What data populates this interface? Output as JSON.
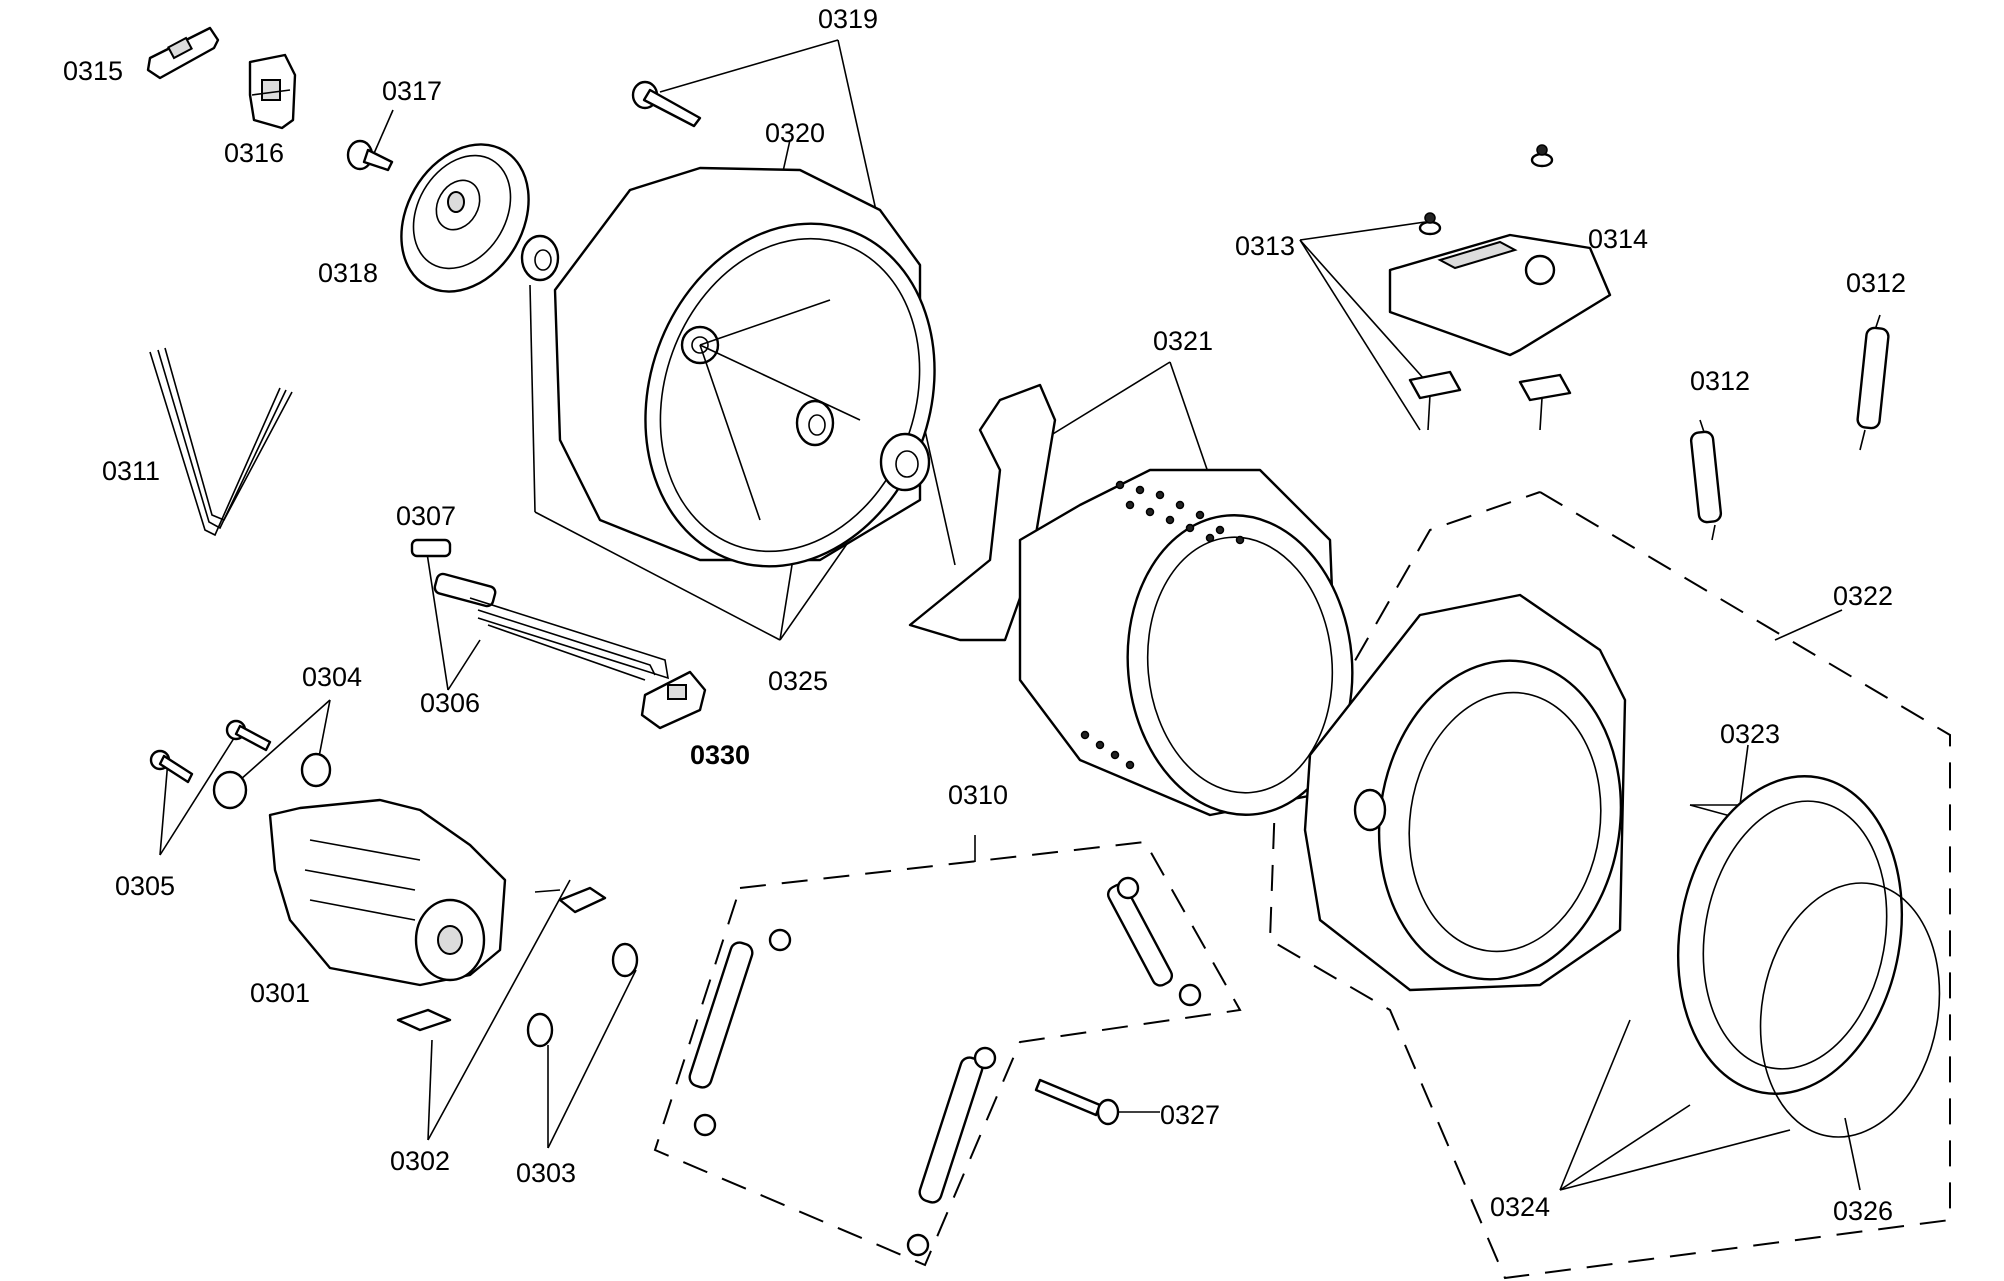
{
  "labels": {
    "l0301": "0301",
    "l0302": "0302",
    "l0303": "0303",
    "l0304": "0304",
    "l0305": "0305",
    "l0306": "0306",
    "l0307": "0307",
    "l0310": "0310",
    "l0311": "0311",
    "l0312a": "0312",
    "l0312b": "0312",
    "l0313": "0313",
    "l0314": "0314",
    "l0315": "0315",
    "l0316": "0316",
    "l0317": "0317",
    "l0318": "0318",
    "l0319": "0319",
    "l0320": "0320",
    "l0321": "0321",
    "l0322": "0322",
    "l0323": "0323",
    "l0324": "0324",
    "l0325": "0325",
    "l0326": "0326",
    "l0327": "0327",
    "l0330": "0330"
  }
}
